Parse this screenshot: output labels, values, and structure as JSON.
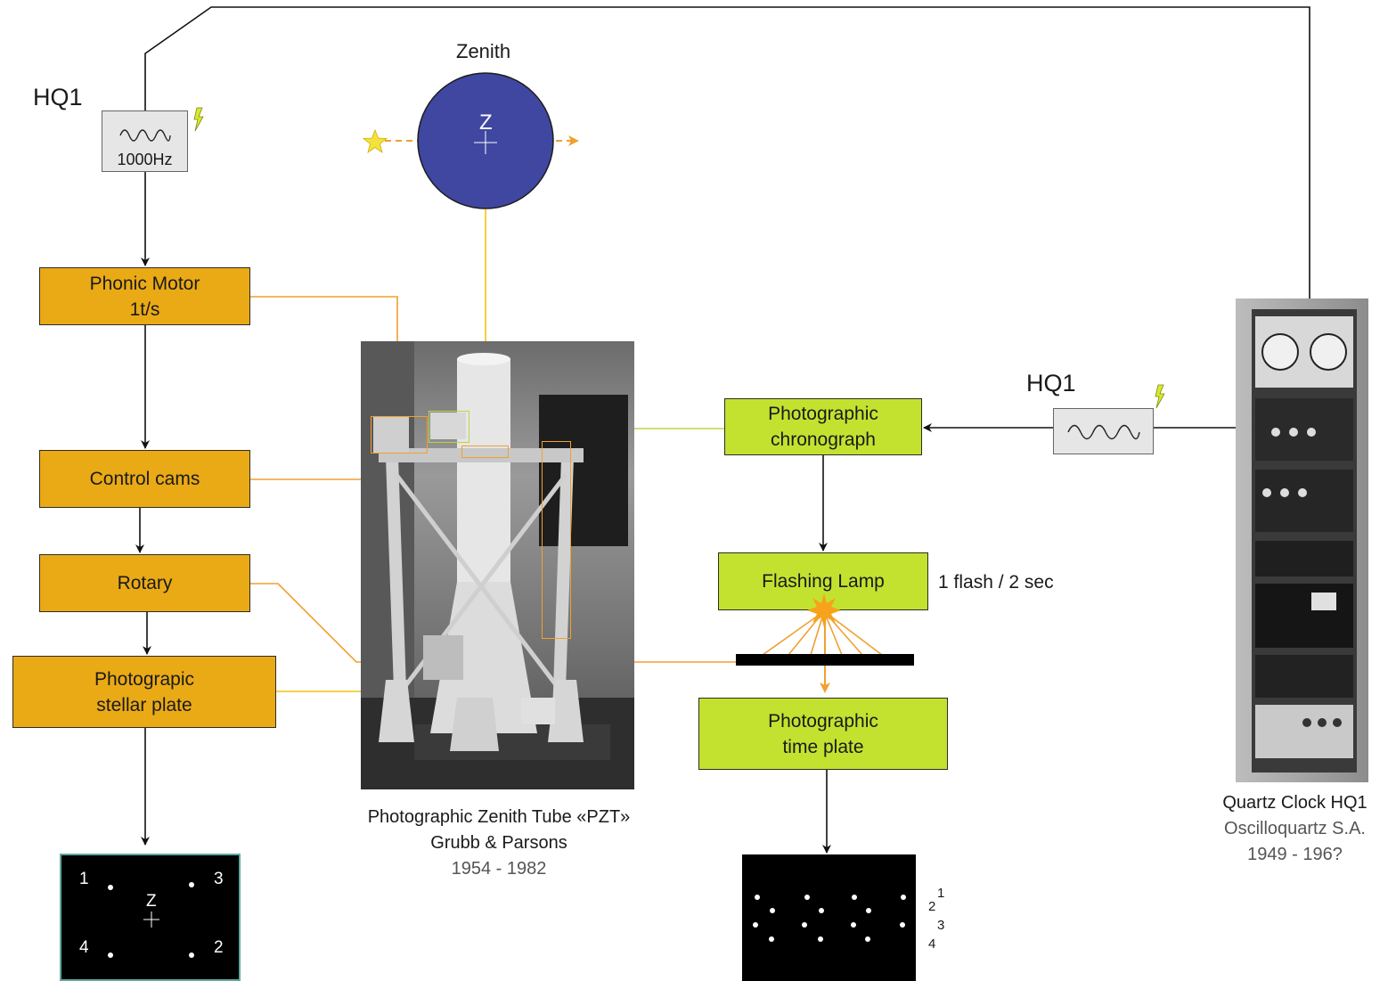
{
  "top_label": "Zenith",
  "zenith_circle_label": "Z",
  "hq1_left": {
    "title": "HQ1",
    "frequency": "1000Hz"
  },
  "hq1_right": {
    "title": "HQ1"
  },
  "left_chain": {
    "phonic_motor": [
      "Phonic Motor",
      "1t/s"
    ],
    "control_cams": "Control cams",
    "rotary": "Rotary",
    "stellar_plate": [
      "Photograpic",
      "stellar plate"
    ]
  },
  "right_chain": {
    "chronograph": [
      "Photographic",
      "chronograph"
    ],
    "flashing_lamp": "Flashing Lamp",
    "flash_rate": "1 flash / 2 sec",
    "time_plate": [
      "Photographic",
      "time plate"
    ]
  },
  "pzt_caption": [
    "Photographic Zenith Tube «PZT»",
    "Grubb & Parsons",
    "1954 - 1982"
  ],
  "quartz_caption": [
    "Quartz Clock HQ1",
    "Oscilloquartz S.A.",
    "1949 - 196?"
  ],
  "stellar_plate_result": {
    "labels": [
      "1",
      "3",
      "4",
      "2"
    ],
    "center": "Z"
  },
  "time_plate_result": {
    "labels": [
      "1",
      "2",
      "3",
      "4"
    ]
  },
  "colors": {
    "orange": "#eaaa15",
    "green": "#c3e22f",
    "zenith_blue": "#3f47a0",
    "star": "#f4e23c",
    "arrow_orange": "#f0a030"
  }
}
